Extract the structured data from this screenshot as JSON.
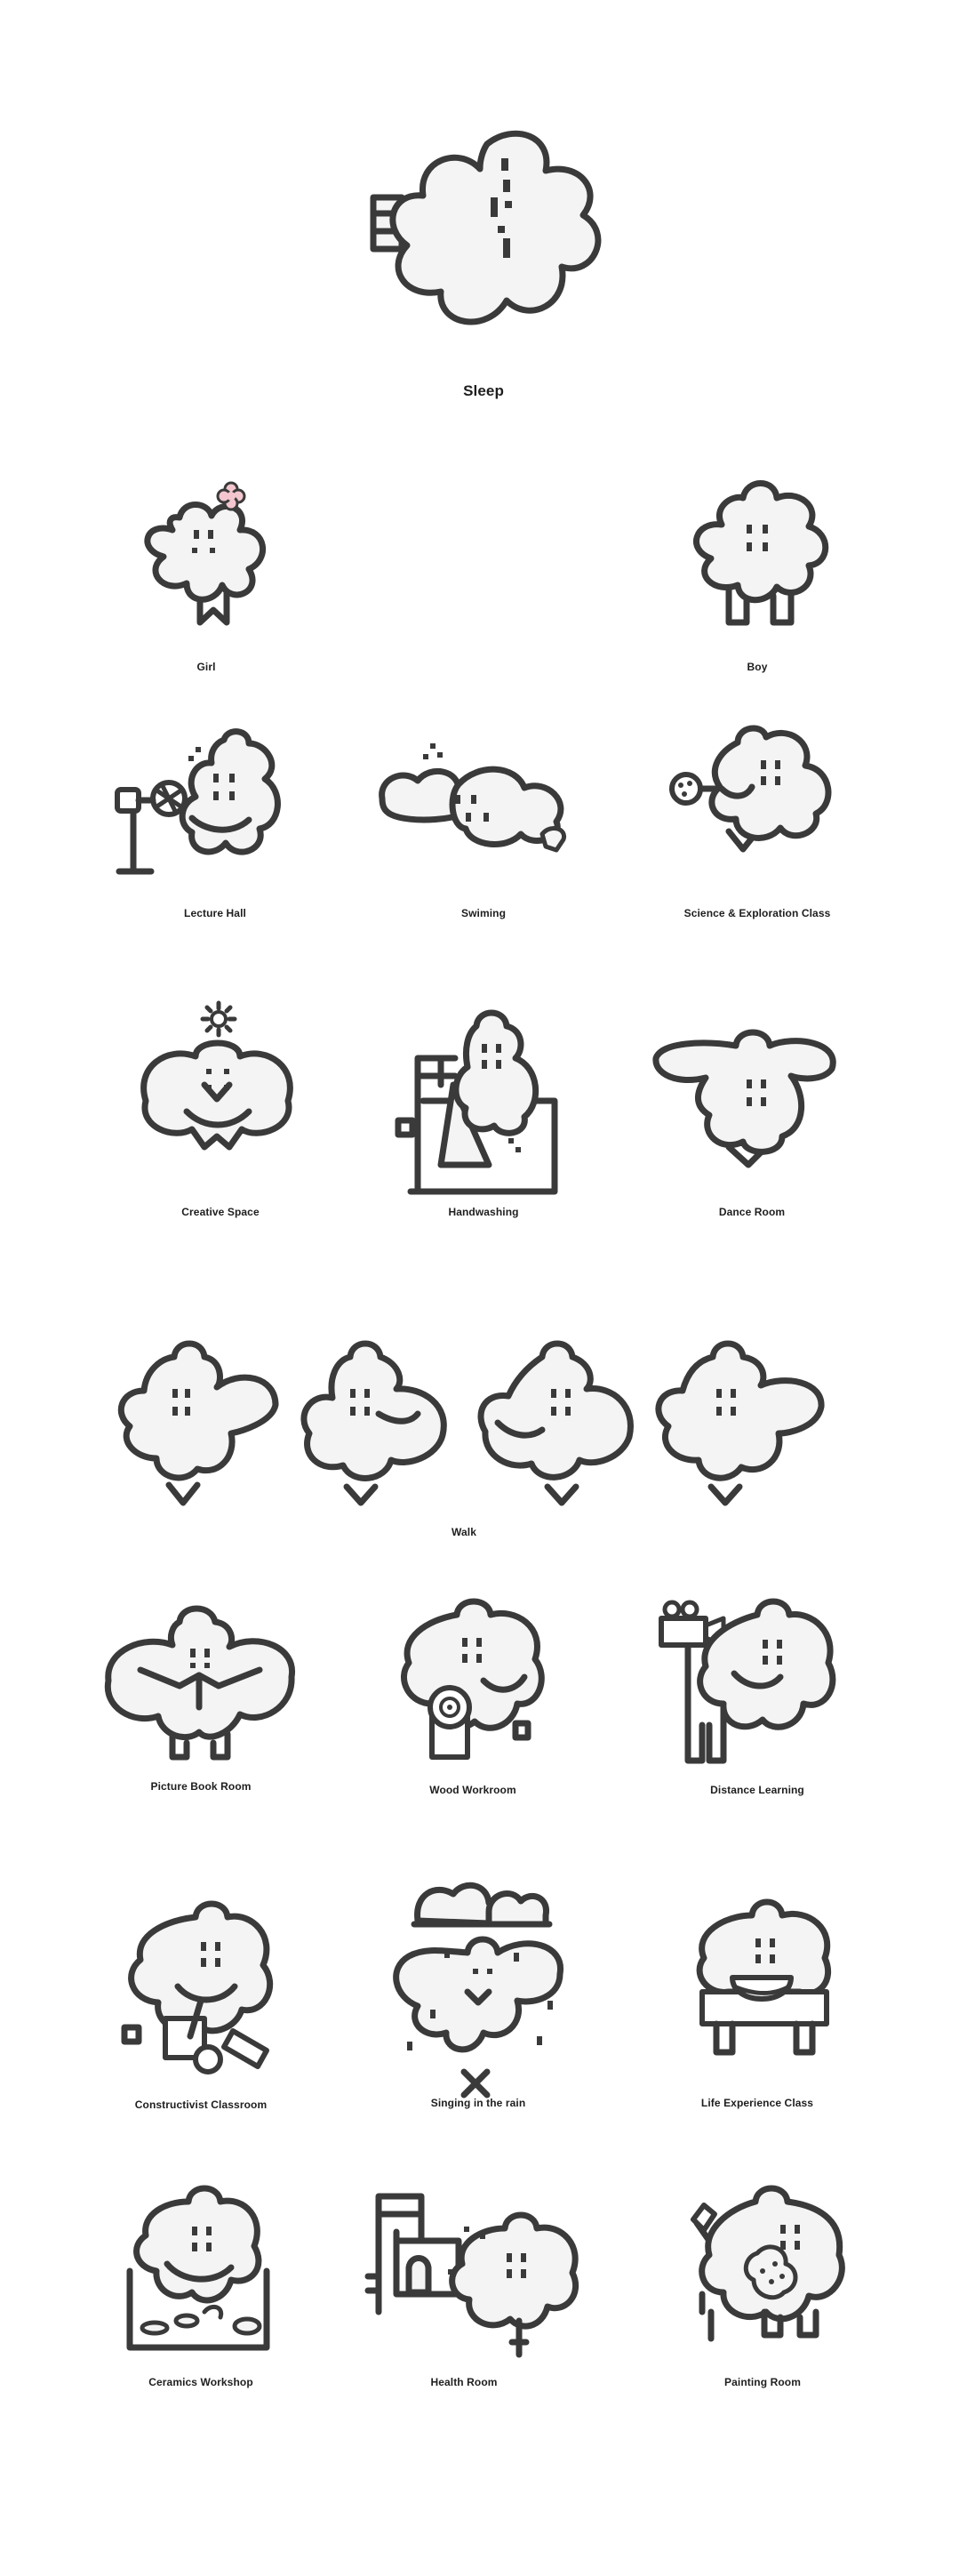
{
  "colors": {
    "outline": "#3a3a3a",
    "fill": "#f4f4f4",
    "accent_pink": "#f3c6cf",
    "caption": "#1e1e1e"
  },
  "sleep": {
    "label": "Sleep"
  },
  "row1": {
    "girl": "Girl",
    "boy": "Boy"
  },
  "row2": {
    "lecture": "Lecture Hall",
    "swim": "Swiming",
    "science": "Science & Exploration Class"
  },
  "row3": {
    "creative": "Creative Space",
    "hand": "Handwashing",
    "dance": "Dance Room"
  },
  "row4": {
    "walk": "Walk"
  },
  "row5": {
    "picture": "Picture Book Room",
    "wood": "Wood Workroom",
    "distance": "Distance Learning"
  },
  "row6": {
    "construct": "Constructivist Classroom",
    "rain": "Singing in the rain",
    "life": "Life Experience Class"
  },
  "row7": {
    "ceramics": "Ceramics Workshop",
    "health": "Health Room",
    "painting": "Painting Room"
  }
}
